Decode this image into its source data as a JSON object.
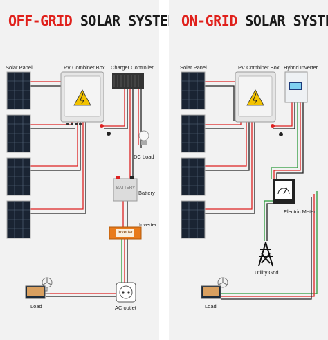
{
  "off_grid": {
    "title_highlight": "OFF-GRID",
    "title_rest": "SOLAR SYSTEM",
    "labels": {
      "solar_panel": "Solar Panel",
      "combiner": "PV Combiner Box",
      "controller": "Charger Controller",
      "dc_load": "DC Load",
      "battery": "Battery",
      "battery_text": "BATTERY",
      "inverter": "Inverter",
      "inverter_text": "Inverter",
      "load": "Load",
      "ac_outlet": "AC outlet"
    }
  },
  "on_grid": {
    "title_highlight": "ON-GRID",
    "title_rest": "SOLAR SYSTEM",
    "labels": {
      "solar_panel": "Solar Panel",
      "combiner": "PV Combiner Box",
      "hybrid_inverter": "Hybrid Inverter",
      "meter": "Electric Meter",
      "utility": "Utility Grid",
      "load": "Load"
    }
  },
  "colors": {
    "accent_red": "#e0201b",
    "panel_bg": "#f2f2f2",
    "wire_red": "#d22",
    "wire_black": "#222",
    "wire_green": "#2a9a3a",
    "inverter_orange": "#e87b1c"
  }
}
